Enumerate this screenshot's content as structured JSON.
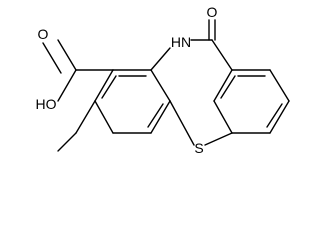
{
  "molecule": {
    "atoms": {
      "oxo_oxygen": "O",
      "ring_nitrogen": "HN",
      "ring_sulfur": "S",
      "hydroxyl": "HO",
      "carbonyl_oxygen": "O"
    }
  },
  "colors": {
    "ink": "#000000",
    "background": "#ffffff"
  }
}
